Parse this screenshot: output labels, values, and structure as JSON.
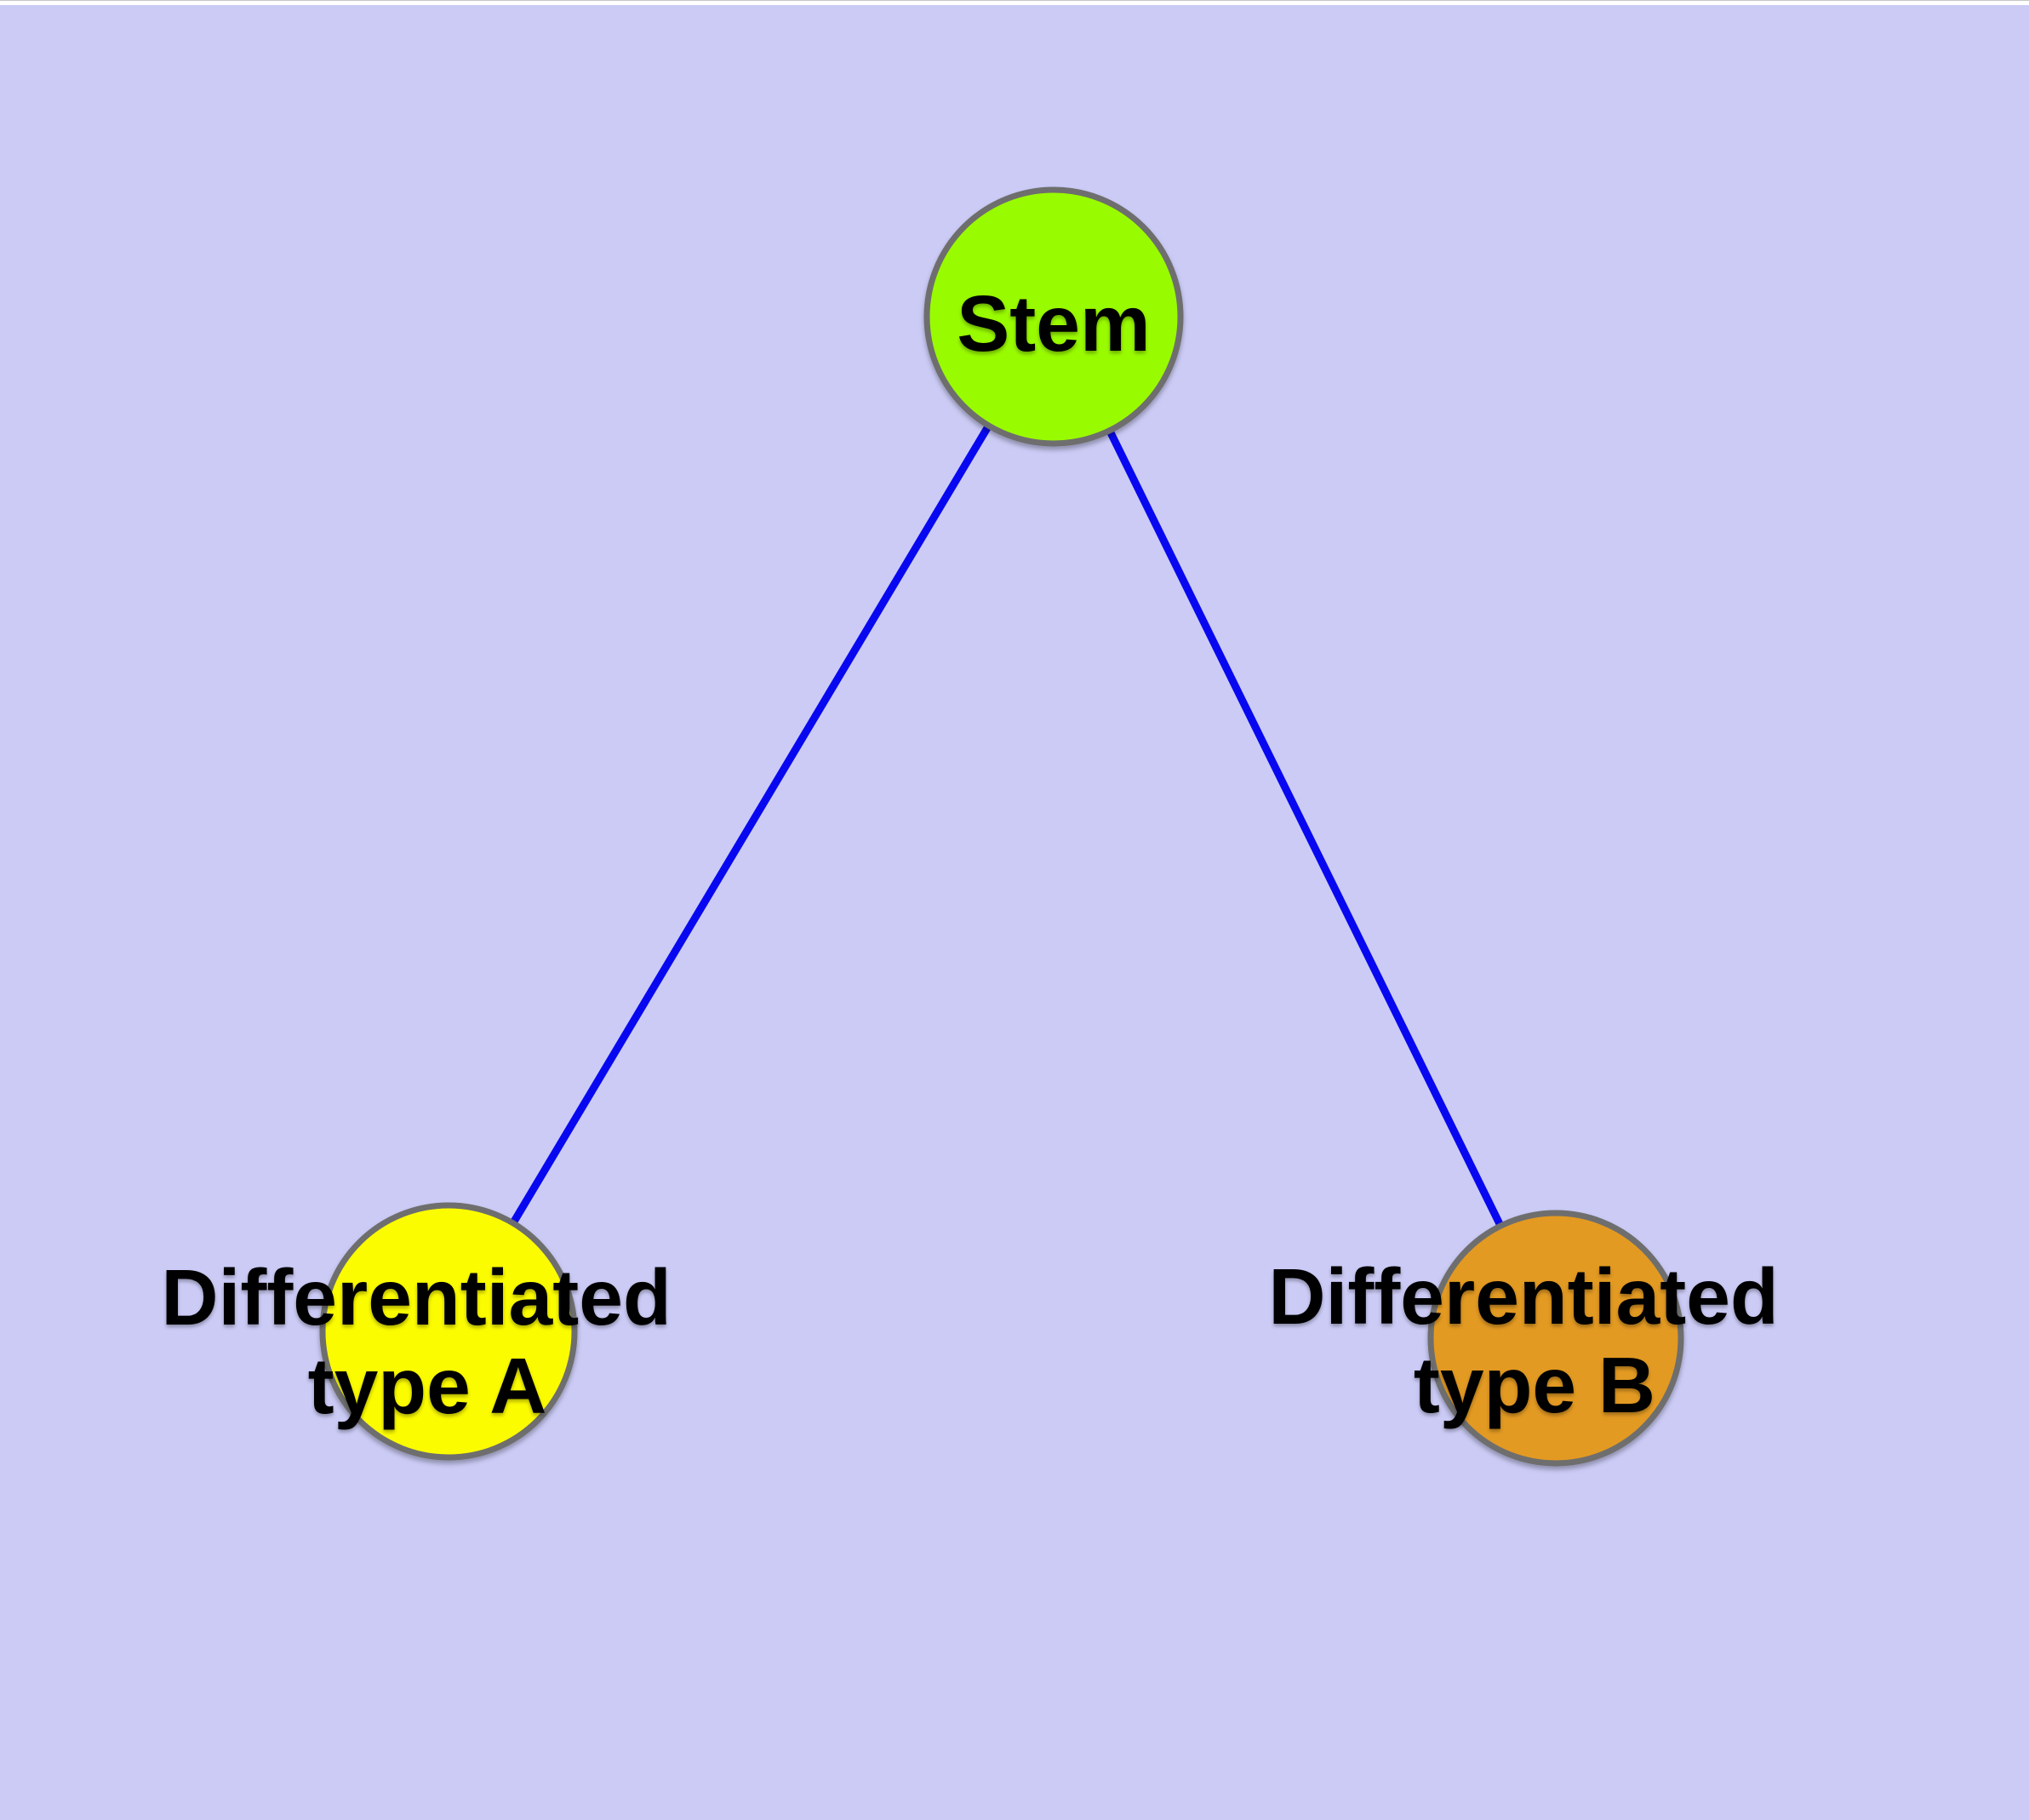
{
  "diagram": {
    "background_color": "#CBCBF6",
    "top_strip_color": "#FFFFFF",
    "text_color": "#000000",
    "edge_color": "#0808F0",
    "node_border_color": "#6E6E6E",
    "nodes": [
      {
        "id": "stem",
        "label": "Stem",
        "fill": "#99FB00"
      },
      {
        "id": "type-a",
        "label_line1": "Differentiated",
        "label_line2": "type A",
        "fill": "#FCFC00"
      },
      {
        "id": "type-b",
        "label_line1": "Differentiated",
        "label_line2": "type B",
        "fill": "#E39A20"
      }
    ],
    "edges": [
      {
        "from": "stem",
        "to": "type-a"
      },
      {
        "from": "stem",
        "to": "type-b"
      }
    ]
  }
}
